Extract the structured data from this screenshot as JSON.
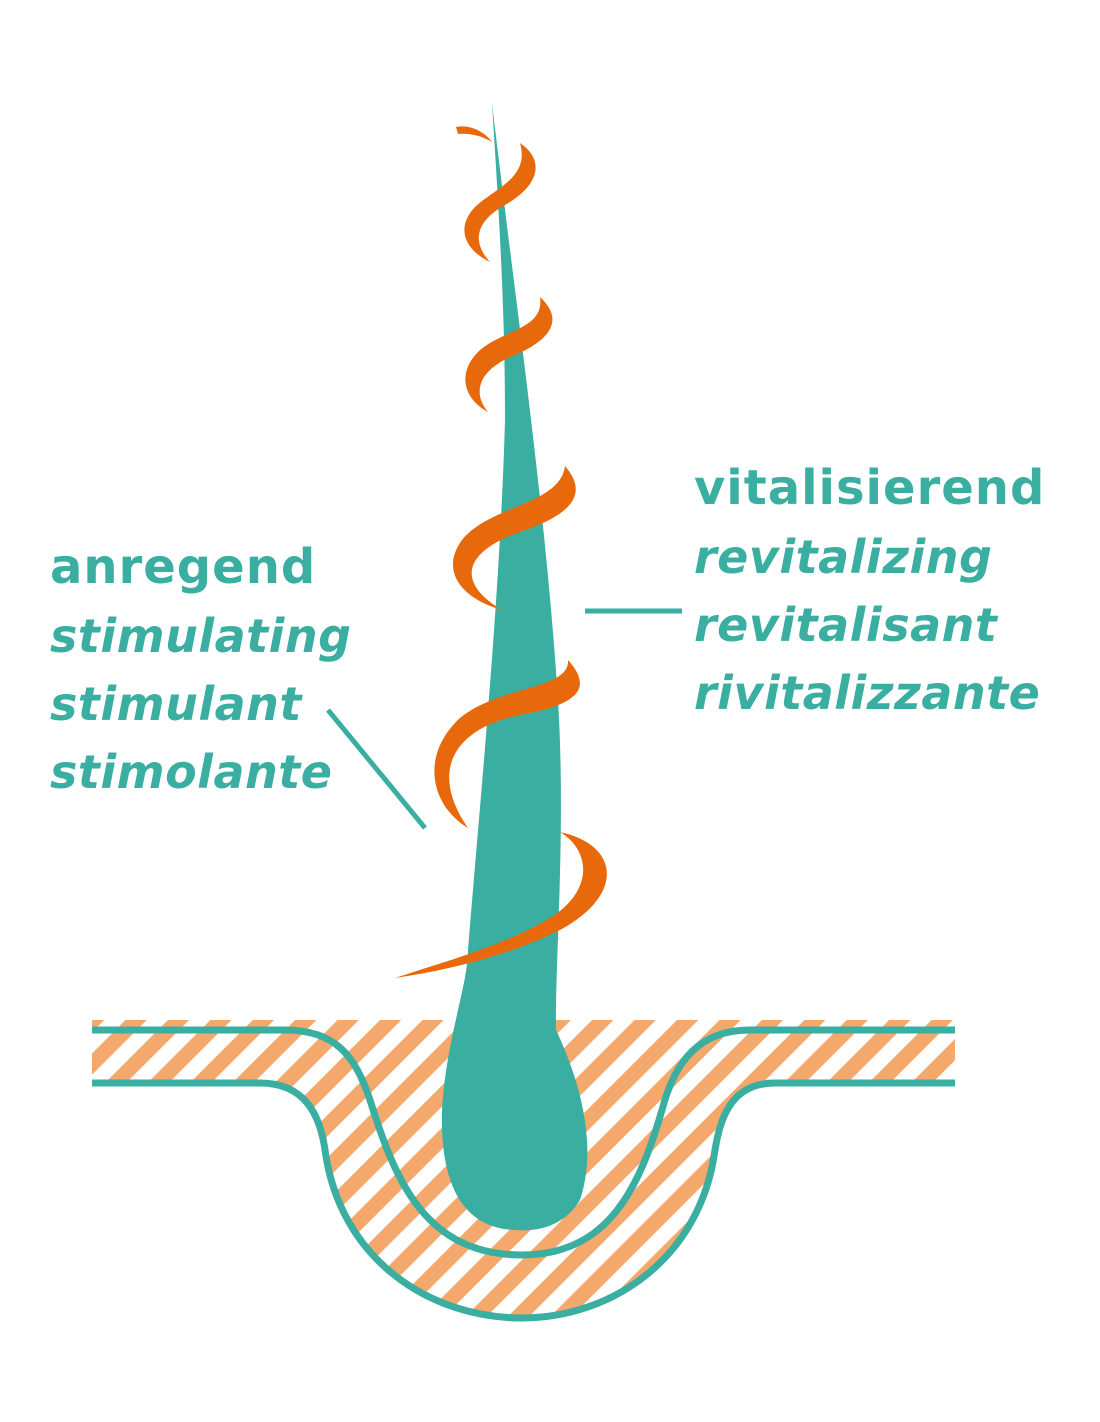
{
  "colors": {
    "teal": "#3aaea0",
    "orange": "#e8690b",
    "hatch": "#f4a86c",
    "background": "#ffffff"
  },
  "left_label": {
    "heading": "anregend",
    "translations": [
      "stimulating",
      "stimulant",
      "stimolante"
    ]
  },
  "right_label": {
    "heading": "vitalisierend",
    "translations": [
      "revitalizing",
      "revitalisant",
      "rivitalizzante"
    ]
  }
}
